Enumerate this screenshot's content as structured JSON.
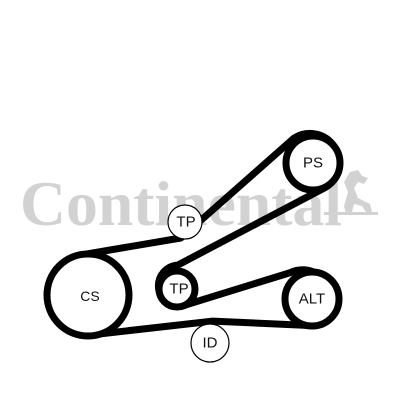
{
  "watermark": {
    "text": "Continental",
    "color": "#d2d2d2",
    "logo_icon": "rearing-horse-icon"
  },
  "diagram": {
    "title": "",
    "belt_color": "#000000",
    "pulleys": {
      "cs": "CS",
      "tp_upper": "TP",
      "tp_lower": "TP",
      "ps": "PS",
      "alt": "ALT",
      "id": "ID"
    }
  }
}
